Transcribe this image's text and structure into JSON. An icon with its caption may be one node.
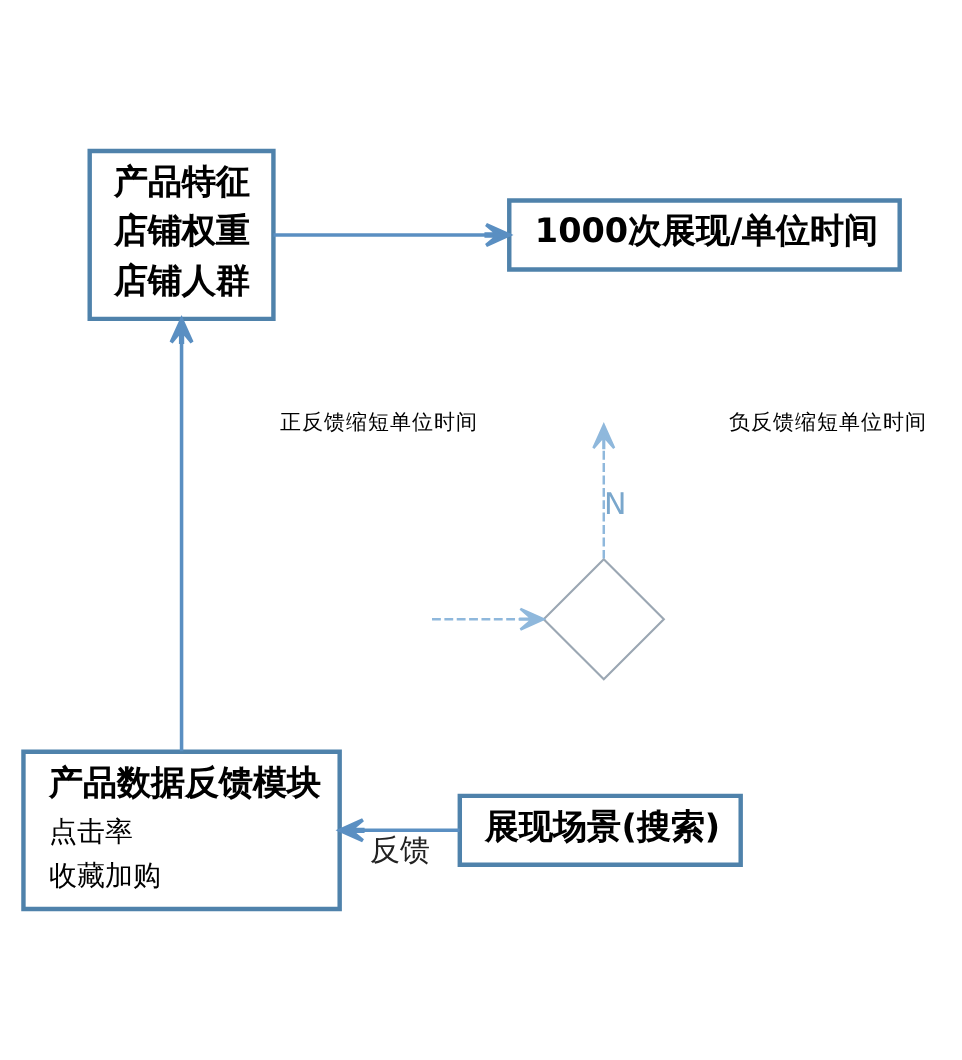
{
  "diagram": {
    "nodes": [
      {
        "text": [
          "产品特征",
          "店铺权重",
          "店铺人群"
        ]
      },
      {
        "text": [
          "1000次展现/单位时间"
        ]
      },
      {
        "text": [],
        "shape": "diamond"
      },
      {
        "text": [
          "产品数据反馈模块",
          "点击率",
          "收藏加购"
        ]
      },
      {
        "text": [
          "展现场景(搜索)"
        ]
      }
    ],
    "edges": [
      {
        "from": 0,
        "to": 1,
        "arrow": "to"
      },
      {
        "from": 2,
        "to": null,
        "arrow": "to",
        "label": "N",
        "style": "dashed",
        "color": "#8fb8dc"
      },
      {
        "from": null,
        "to": 2,
        "arrow": "to",
        "style": "dashed",
        "color": "#8fb8dc"
      },
      {
        "from": 3,
        "to": 0,
        "arrow": "to"
      },
      {
        "from": 4,
        "to": 3,
        "arrow": "to",
        "label": "反馈"
      }
    ],
    "labels": [
      "正反馈缩短单位时间",
      "负反馈缩短单位时间"
    ]
  }
}
